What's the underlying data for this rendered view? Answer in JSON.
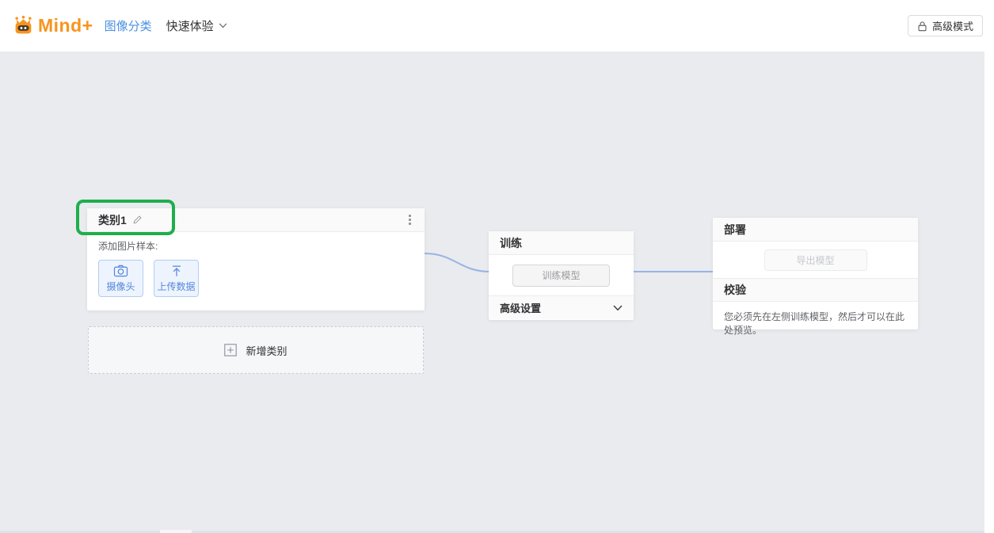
{
  "header": {
    "logo_text": "Mind+",
    "nav_title": "图像分类",
    "nav_dropdown_label": "快速体验",
    "advanced_mode_label": "高级模式"
  },
  "category_card": {
    "title": "类别1",
    "samples_label": "添加图片样本:",
    "camera_button_label": "摄像头",
    "upload_button_label": "上传数据"
  },
  "add_category": {
    "label": "新增类别"
  },
  "training_card": {
    "title": "训练",
    "train_button_label": "训练模型",
    "advanced_settings_label": "高级设置"
  },
  "deploy_card": {
    "title": "部署",
    "export_button_label": "导出模型",
    "validation_title": "校验",
    "validation_hint": "您必须先在左侧训练模型，然后才可以在此处预览。"
  },
  "icons": {
    "logo": "mindplus-robot-icon",
    "nav_chevron": "chevron-down-icon",
    "lock": "lock-icon",
    "edit": "edit-pencil-icon",
    "menu": "kebab-menu-icon",
    "camera": "camera-icon",
    "upload": "upload-icon",
    "add": "plus-square-icon",
    "settings_chevron": "chevron-down-icon"
  },
  "colors": {
    "brand_orange": "#f7941e",
    "link_blue": "#4a90e2",
    "action_blue": "#5586d9",
    "connector_blue": "#98b4e3",
    "annotation_green": "#1fae4d",
    "page_background": "#e9ebef"
  }
}
